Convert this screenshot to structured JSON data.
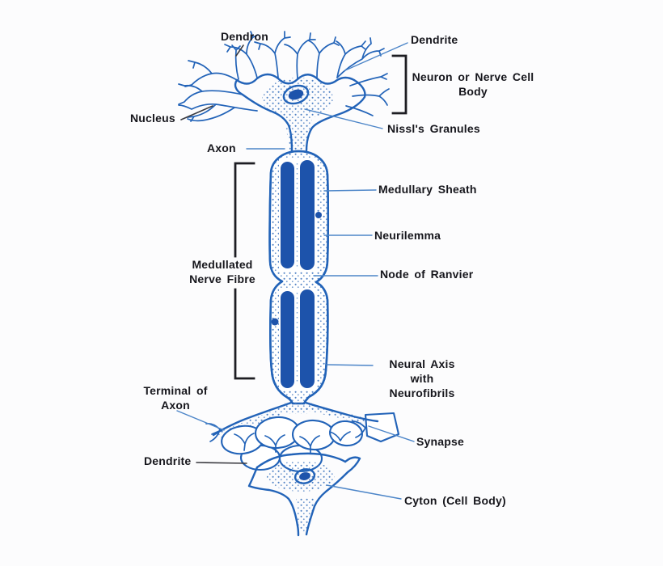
{
  "labels": {
    "dendron": "Dendron",
    "dendrite_top": "Dendrite",
    "nucleus": "Nucleus",
    "neuron_cell_body": {
      "line1": "Neuron or Nerve Cell",
      "line2": "Body"
    },
    "nissls_granules": "Nissl's Granules",
    "axon": "Axon",
    "medullated_nerve_fibre": {
      "line1": "Medullated",
      "line2": "Nerve Fibre"
    },
    "medullary_sheath": "Medullary Sheath",
    "neurilemma": "Neurilemma",
    "node_of_ranvier": "Node of Ranvier",
    "neural_axis": {
      "line1": "Neural Axis with",
      "line2": "Neurofibrils"
    },
    "terminal_of_axon": {
      "line1": "Terminal of",
      "line2": "Axon"
    },
    "dendrite_bottom": "Dendrite",
    "synapse": "Synapse",
    "cyton": "Cyton (Cell Body)"
  },
  "colors": {
    "ink": "#2263b8",
    "dark_fill": "#1d53ab",
    "stipple": "#3a72bd",
    "leader_blue": "#4c85c8",
    "leader_black": "#3a3a40",
    "bracket": "#1d1d22",
    "label_text": "#16161c",
    "background": "#fcfcfd"
  }
}
